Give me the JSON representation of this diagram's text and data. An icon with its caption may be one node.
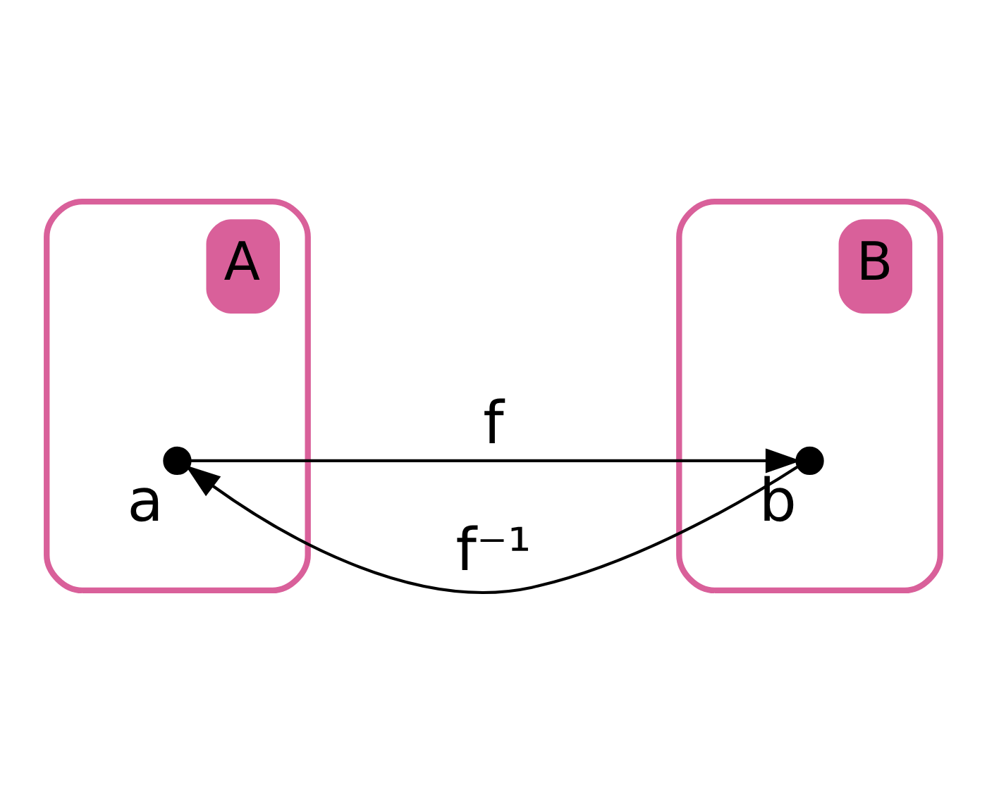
{
  "diagram": {
    "nodes": [
      {
        "text": [
          "A"
        ]
      },
      {
        "text": [],
        "shape": "circle",
        "beside": [
          "a"
        ],
        "in": 0
      },
      {
        "text": [
          "B"
        ]
      },
      {
        "text": [],
        "shape": "circle",
        "beside": [
          "b"
        ],
        "in": 2
      }
    ],
    "edges": [
      {
        "from": 1,
        "to": 3,
        "arrow": "to",
        "label": "f"
      },
      {
        "from": 3,
        "to": 1,
        "arrow": "to",
        "label": "f⁻¹"
      }
    ]
  }
}
